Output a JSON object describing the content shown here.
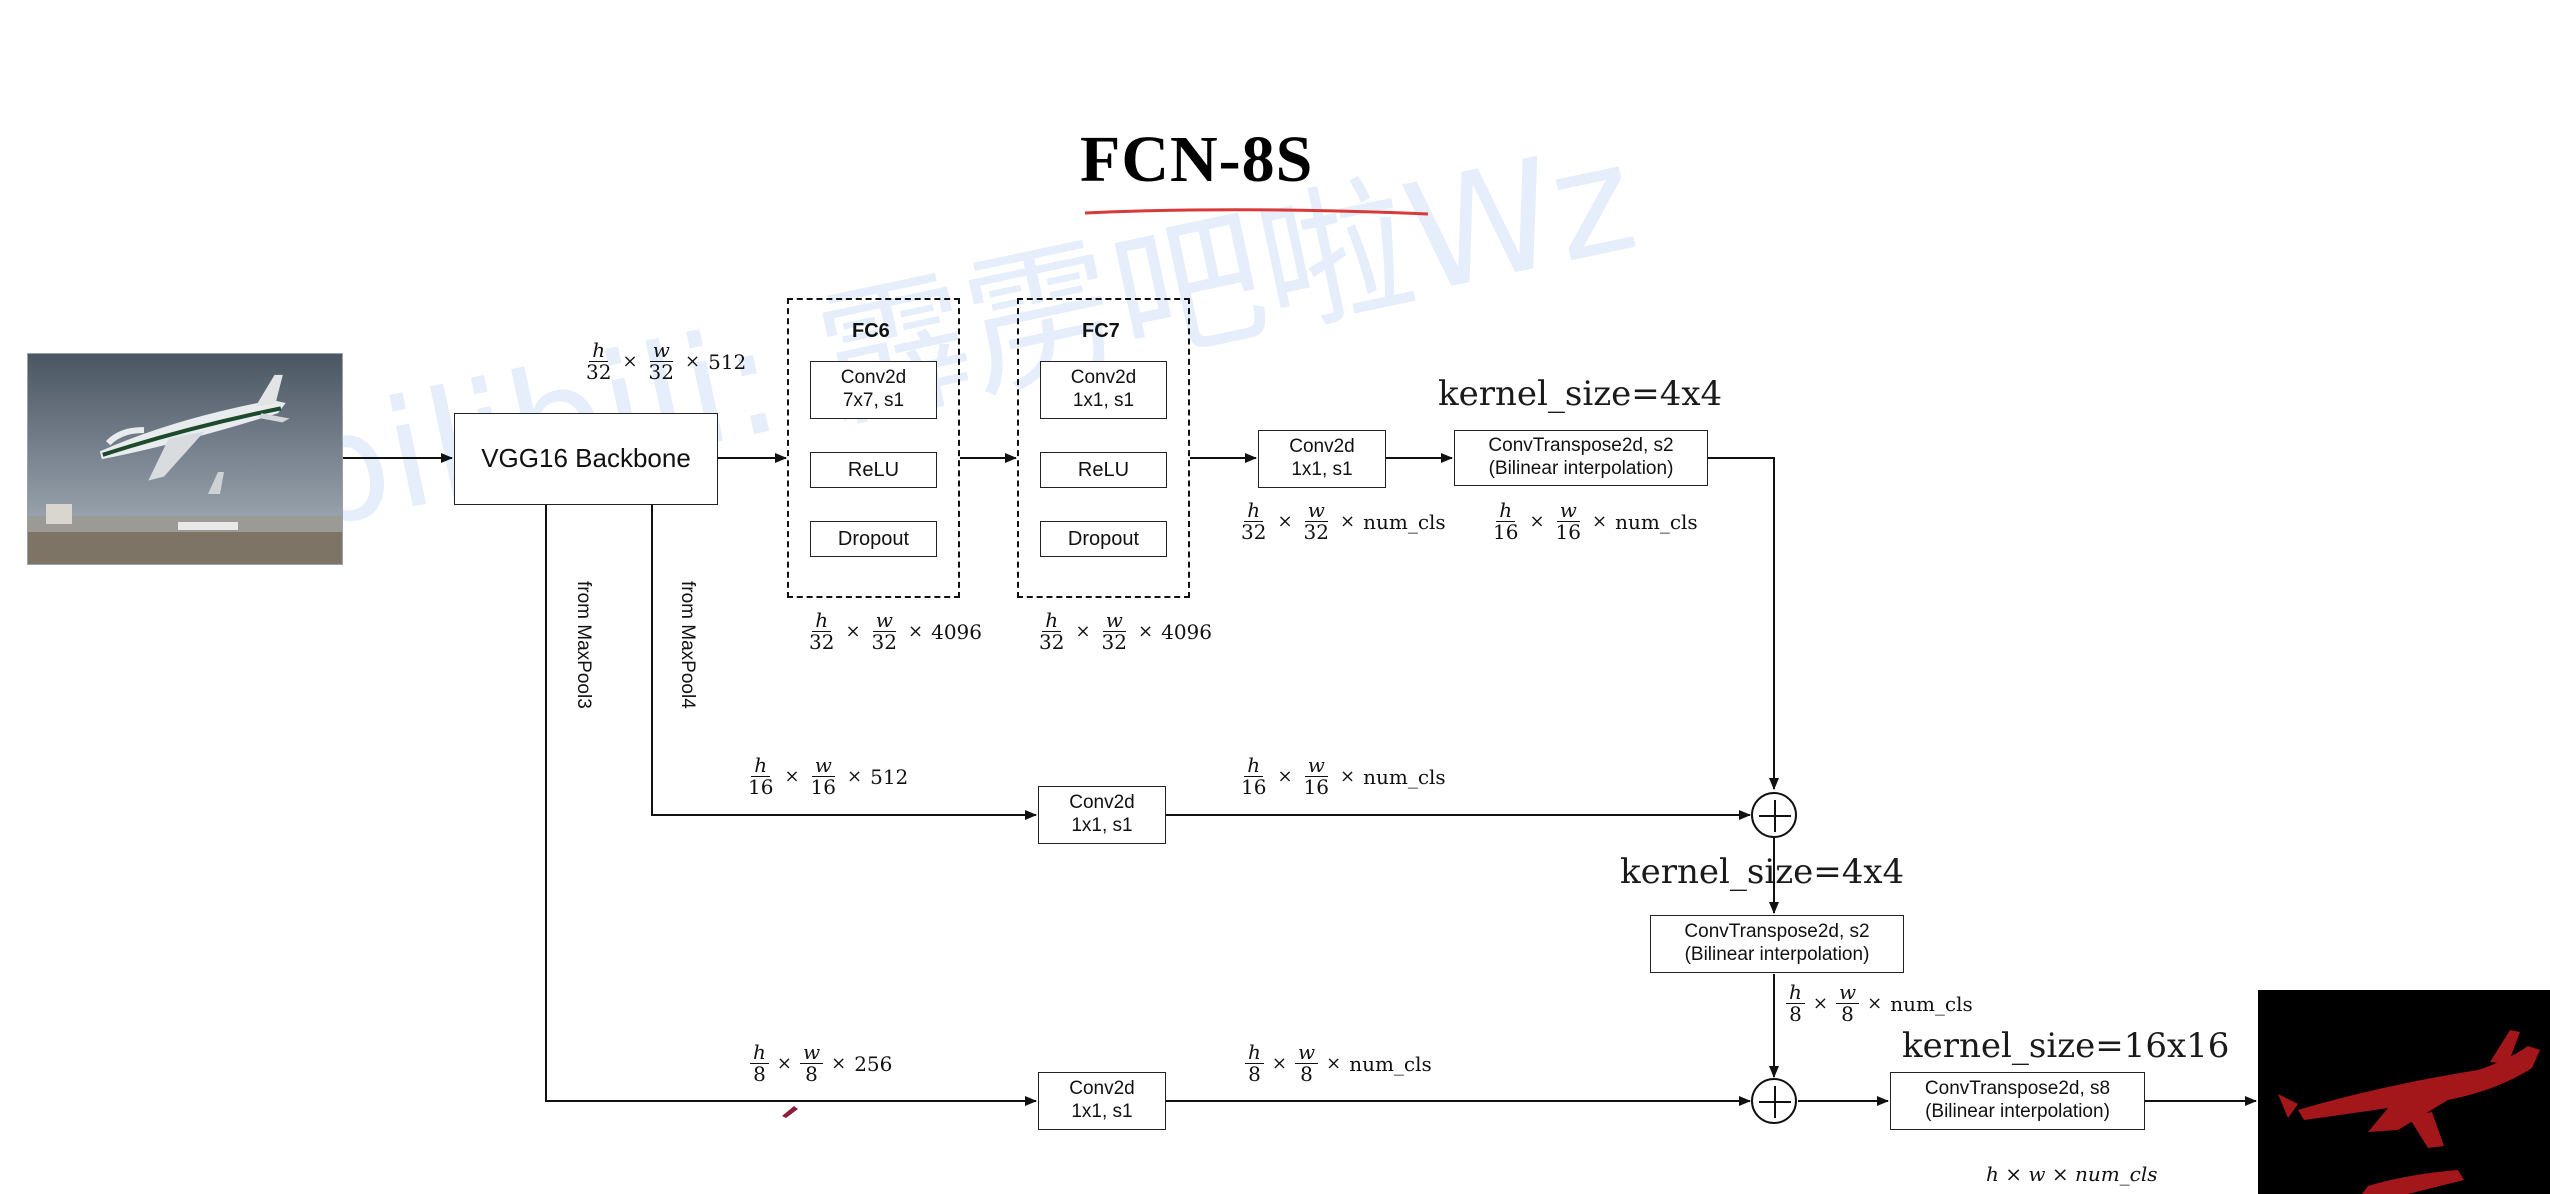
{
  "title": "FCN-8S",
  "watermark": "bilibili: 霹雳吧啦Wz",
  "colors": {
    "title_underline": "#d83a3a",
    "watermark": "#e6eefb",
    "line": "#111111",
    "segmentation": "#a3171a"
  },
  "backbone": {
    "label": "VGG16 Backbone"
  },
  "fc6": {
    "title": "FC6",
    "layers": [
      "Conv2d\n7x7, s1",
      "ReLU",
      "Dropout"
    ]
  },
  "fc7": {
    "title": "FC7",
    "layers": [
      "Conv2d\n1x1, s1",
      "ReLU",
      "Dropout"
    ]
  },
  "conv_top": "Conv2d\n1x1, s1",
  "conv_pool4": "Conv2d\n1x1, s1",
  "conv_pool3": "Conv2d\n1x1, s1",
  "deconv1": "ConvTranspose2d, s2\n(Bilinear interpolation)",
  "deconv2": "ConvTranspose2d, s2\n(Bilinear interpolation)",
  "deconv3": "ConvTranspose2d, s8\n(Bilinear interpolation)",
  "kernel1": "kernel_size=4x4",
  "kernel2": "kernel_size=4x4",
  "kernel3": "kernel_size=16x16",
  "from_pool3": "from MaxPool3",
  "from_pool4": "from MaxPool4",
  "shapes": {
    "backbone_out": {
      "a": "h",
      "b": "32",
      "c": "w",
      "d": "32",
      "e": "512"
    },
    "fc6_out": {
      "a": "h",
      "b": "32",
      "c": "w",
      "d": "32",
      "e": "4096"
    },
    "fc7_out": {
      "a": "h",
      "b": "32",
      "c": "w",
      "d": "32",
      "e": "4096"
    },
    "conv_top_out": {
      "a": "h",
      "b": "32",
      "c": "w",
      "d": "32",
      "e": "num_cls"
    },
    "deconv1_out": {
      "a": "h",
      "b": "16",
      "c": "w",
      "d": "16",
      "e": "num_cls"
    },
    "pool4_in": {
      "a": "h",
      "b": "16",
      "c": "w",
      "d": "16",
      "e": "512"
    },
    "pool4_out": {
      "a": "h",
      "b": "16",
      "c": "w",
      "d": "16",
      "e": "num_cls"
    },
    "deconv2_out": {
      "a": "h",
      "b": "8",
      "c": "w",
      "d": "8",
      "e": "num_cls"
    },
    "pool3_in": {
      "a": "h",
      "b": "8",
      "c": "w",
      "d": "8",
      "e": "256"
    },
    "pool3_out": {
      "a": "h",
      "b": "8",
      "c": "w",
      "d": "8",
      "e": "num_cls"
    },
    "final": "h × w × num_cls"
  }
}
